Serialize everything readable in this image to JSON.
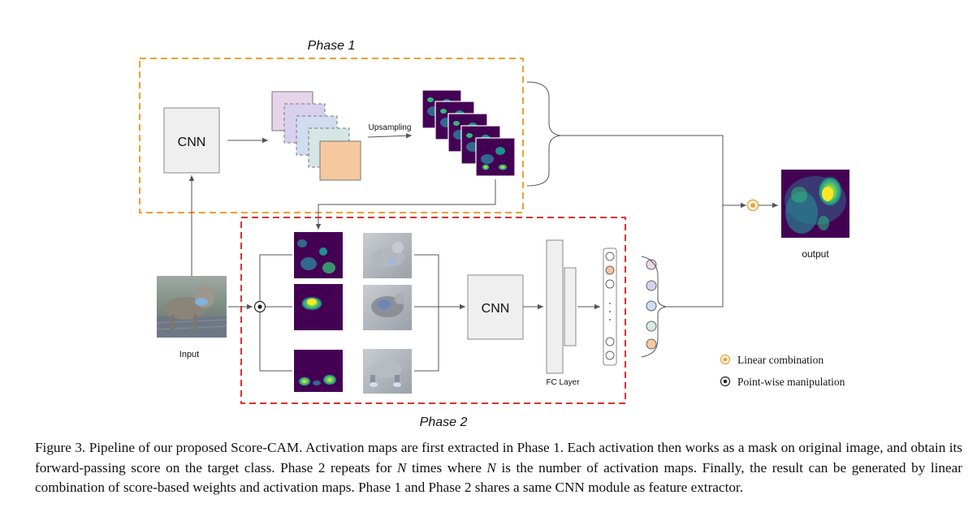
{
  "figure": {
    "phase1_label": "Phase 1",
    "phase2_label": "Phase 2",
    "cnn_label_phase1": "CNN",
    "cnn_label_phase2": "CNN",
    "upsampling_label": "Upsampling",
    "input_label": "Input",
    "fc_layer_label": "FC Layer",
    "output_label": "output",
    "legend": {
      "linear_combination": "Linear combination",
      "pointwise_manipulation": "Point-wise manipulation"
    },
    "colors": {
      "phase1_border": "#f0a030",
      "phase2_border": "#e03030",
      "heatmap_bg": "#440154",
      "heatmap_mid": "#21918c",
      "heatmap_hot": "#fde725",
      "linear_combination_accent": "#f0a030"
    },
    "feature_map_colors": [
      "#e6d5ea",
      "#d8d0ee",
      "#d0dcef",
      "#d4e7e4",
      "#f6c8a0"
    ],
    "weight_circle_colors": [
      "#ecd7e8",
      "#d9d2ef",
      "#cfdcf5",
      "#d4ecdf",
      "#f7c9a0"
    ]
  },
  "caption": {
    "part1": "Figure 3. Pipeline of our proposed Score-CAM. Activation maps are first extracted in Phase 1. Each activation then works as a mask on original image, and obtain its forward-passing score on the target class. Phase 2 repeats for ",
    "var1": "N",
    "part2": " times where ",
    "var2": "N",
    "part3": " is the number of activation maps. Finally, the result can be generated by linear combination of score-based weights and activation maps. Phase 1 and Phase 2 shares a same CNN module as feature extractor."
  }
}
